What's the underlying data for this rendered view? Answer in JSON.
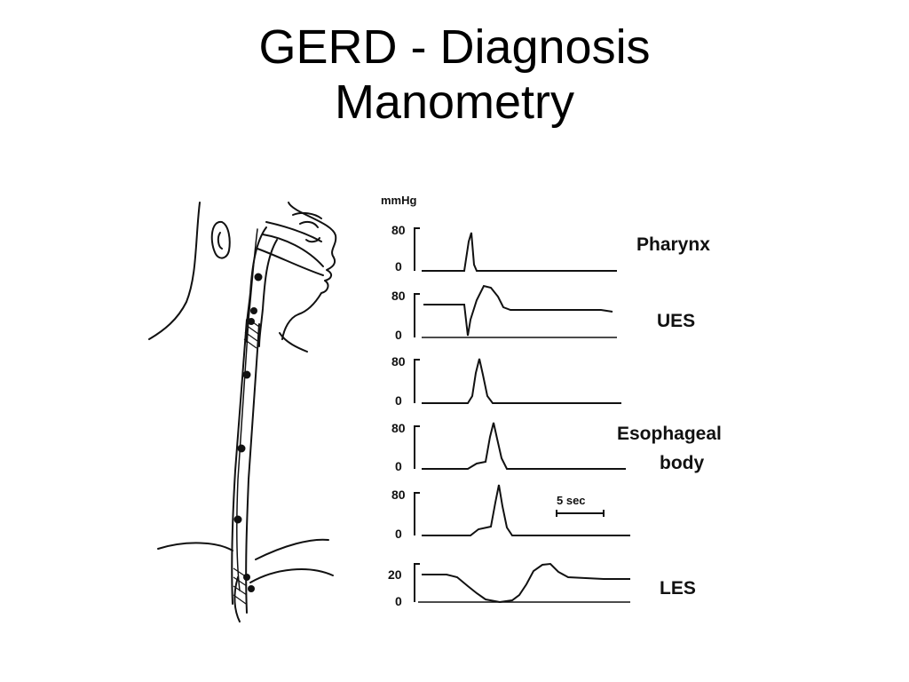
{
  "slide": {
    "title_line1": "GERD - Diagnosis",
    "title_line2": "Manometry"
  },
  "figure": {
    "unit_label": "mmHg",
    "time_scale_label": "5 sec",
    "channel_labels": {
      "pharynx": "Pharynx",
      "ues": "UES",
      "esophageal_line1": "Esophageal",
      "esophageal_line2": "body",
      "les": "LES"
    },
    "tick_labels": {
      "pharynx": {
        "top": "80",
        "bottom": "0"
      },
      "ues": {
        "top": "80",
        "bottom": "0"
      },
      "eso1": {
        "top": "80",
        "bottom": "0"
      },
      "eso2": {
        "top": "80",
        "bottom": "0"
      },
      "eso3": {
        "top": "80",
        "bottom": "0"
      },
      "les": {
        "top": "20",
        "bottom": "0"
      }
    }
  }
}
